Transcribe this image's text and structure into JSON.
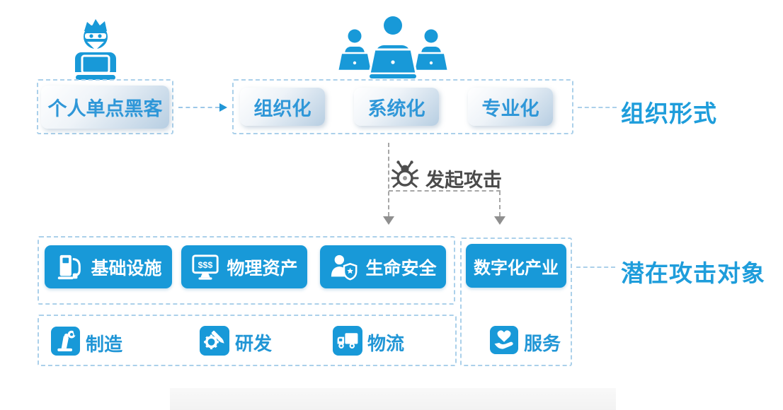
{
  "colors": {
    "primary_blue": "#1899d8",
    "label_blue": "#1e9ddb",
    "dark_gray": "#4a4a4a"
  },
  "hacker": {
    "label": "个人单点黑客"
  },
  "organization": {
    "stages": [
      {
        "label": "组织化"
      },
      {
        "label": "系统化"
      },
      {
        "label": "专业化"
      }
    ],
    "side_label": "组织形式"
  },
  "attack": {
    "label": "发起攻击"
  },
  "targets": {
    "side_label": "潜在攻击对象",
    "primary": [
      {
        "label": "基础设施",
        "icon": "fuel-pump-icon"
      },
      {
        "label": "物理资产",
        "icon": "monitor-money-icon",
        "screen_text": "$$$"
      },
      {
        "label": "生命安全",
        "icon": "person-shield-icon"
      }
    ],
    "digital": {
      "label": "数字化产业"
    },
    "industries": [
      {
        "label": "制造",
        "icon": "robot-arm-icon"
      },
      {
        "label": "研发",
        "icon": "gear-pencil-icon"
      },
      {
        "label": "物流",
        "icon": "truck-icon"
      },
      {
        "label": "服务",
        "icon": "hand-heart-icon"
      }
    ]
  }
}
